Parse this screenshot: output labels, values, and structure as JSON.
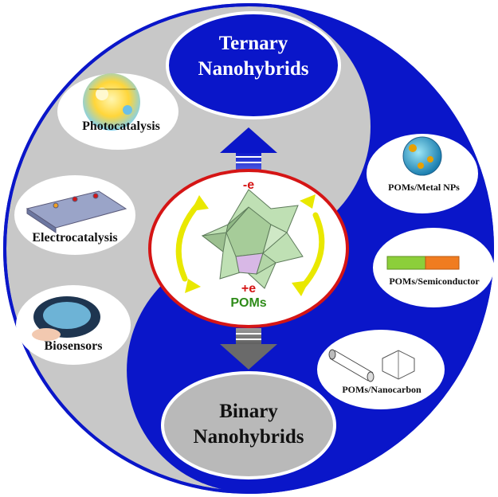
{
  "colors": {
    "blue": "#0a16c9",
    "gray": "#c8c8c8",
    "red": "#d51515",
    "yellow": "#e9e800",
    "green_label": "#2e8b19"
  },
  "ternary": {
    "line1": "Ternary",
    "line2": "Nanohybrids"
  },
  "binary": {
    "line1": "Binary",
    "line2": "Nanohybrids"
  },
  "applications": {
    "photocatalysis": "Photocatalysis",
    "electrocatalysis": "Electrocatalysis",
    "biosensors": "Biosensors"
  },
  "hybrids": {
    "metal": "POMs/Metal NPs",
    "semiconductor": "POMs/Semiconductor",
    "nanocarbon": "POMs/Nanocarbon"
  },
  "center": {
    "minus_e": "-e",
    "plus_e": "+e",
    "poms": "POMs"
  },
  "icons": {
    "photocatalysis": "sun-particle-icon",
    "electrocatalysis": "graphene-sheet-icon",
    "biosensors": "sensor-chip-icon",
    "metal": "coated-nanoparticle-icon",
    "semiconductor": "semiconductor-bar-icon",
    "nanocarbon": "nanotube-graphene-icon",
    "poms": "polyoxometalate-cluster-icon"
  }
}
